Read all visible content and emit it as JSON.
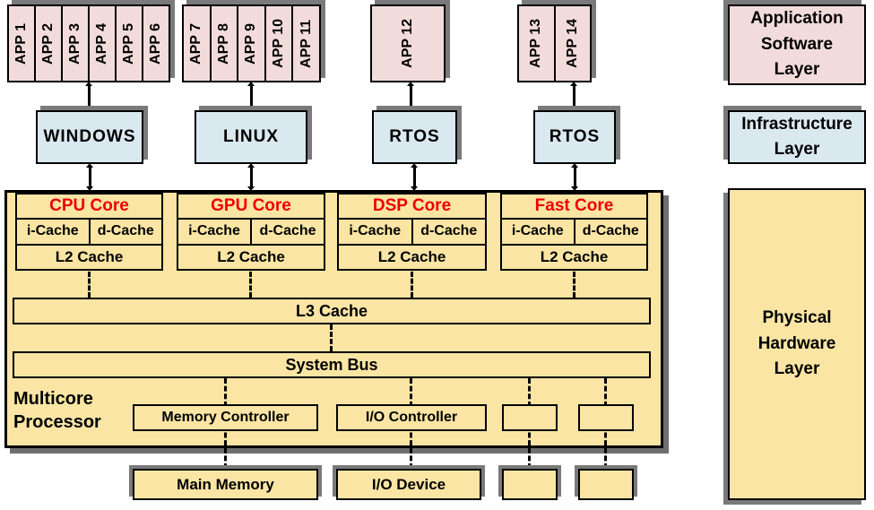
{
  "title": "Multicore processor hardware/software stack diagram",
  "colors": {
    "app_pink": "#F2DCDB",
    "os_blue": "#DAE8F0",
    "hardware_yellow": "#FAE5A4",
    "core_title_red": "#EE0000",
    "shadow_gray": "#7A7A7A",
    "border_black": "#000000"
  },
  "app_groups": [
    {
      "items": [
        "APP 1",
        "APP 2",
        "APP 3",
        "APP 4",
        "APP 5",
        "APP 6"
      ]
    },
    {
      "items": [
        "APP 7",
        "APP 8",
        "APP 9",
        "APP 10",
        "APP 11"
      ]
    },
    {
      "items": [
        "APP 12"
      ]
    },
    {
      "items": [
        "APP 13",
        "APP 14"
      ]
    }
  ],
  "os_row": [
    "WINDOWS",
    "LINUX",
    "RTOS",
    "RTOS"
  ],
  "layers": {
    "application": "Application Software Layer",
    "infrastructure": "Infrastructure Layer",
    "physical": "Physical Hardware Layer"
  },
  "processor": {
    "label": "Multicore Processor",
    "cores": [
      {
        "title": "CPU Core",
        "icache": "i-Cache",
        "dcache": "d-Cache",
        "l2": "L2 Cache"
      },
      {
        "title": "GPU Core",
        "icache": "i-Cache",
        "dcache": "d-Cache",
        "l2": "L2 Cache"
      },
      {
        "title": "DSP Core",
        "icache": "i-Cache",
        "dcache": "d-Cache",
        "l2": "L2 Cache"
      },
      {
        "title": "Fast Core",
        "icache": "i-Cache",
        "dcache": "d-Cache",
        "l2": "L2 Cache"
      }
    ],
    "l3": "L3 Cache",
    "system_bus": "System Bus",
    "controllers": [
      "Memory Controller",
      "I/O Controller"
    ]
  },
  "bottom_row": [
    "Main Memory",
    "I/O Device"
  ]
}
